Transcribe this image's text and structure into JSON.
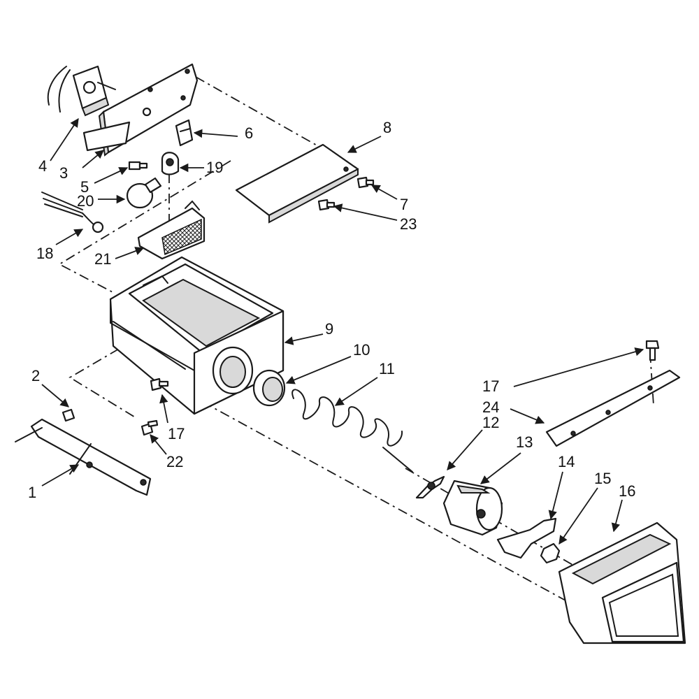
{
  "callouts": [
    {
      "id": "1",
      "text": "1"
    },
    {
      "id": "2",
      "text": "2"
    },
    {
      "id": "3",
      "text": "3"
    },
    {
      "id": "4",
      "text": "4"
    },
    {
      "id": "5",
      "text": "5"
    },
    {
      "id": "6",
      "text": "6"
    },
    {
      "id": "7",
      "text": "7"
    },
    {
      "id": "8",
      "text": "8"
    },
    {
      "id": "9",
      "text": "9"
    },
    {
      "id": "10",
      "text": "10"
    },
    {
      "id": "11",
      "text": "11"
    },
    {
      "id": "12",
      "text": "12"
    },
    {
      "id": "13",
      "text": "13"
    },
    {
      "id": "14",
      "text": "14"
    },
    {
      "id": "15",
      "text": "15"
    },
    {
      "id": "16",
      "text": "16"
    },
    {
      "id": "17a",
      "text": "17"
    },
    {
      "id": "17b",
      "text": "17"
    },
    {
      "id": "17c",
      "text": "17"
    },
    {
      "id": "18",
      "text": "18"
    },
    {
      "id": "19",
      "text": "19"
    },
    {
      "id": "20",
      "text": "20"
    },
    {
      "id": "21",
      "text": "21"
    },
    {
      "id": "22",
      "text": "22"
    },
    {
      "id": "23",
      "text": "23"
    },
    {
      "id": "24",
      "text": "24"
    }
  ]
}
